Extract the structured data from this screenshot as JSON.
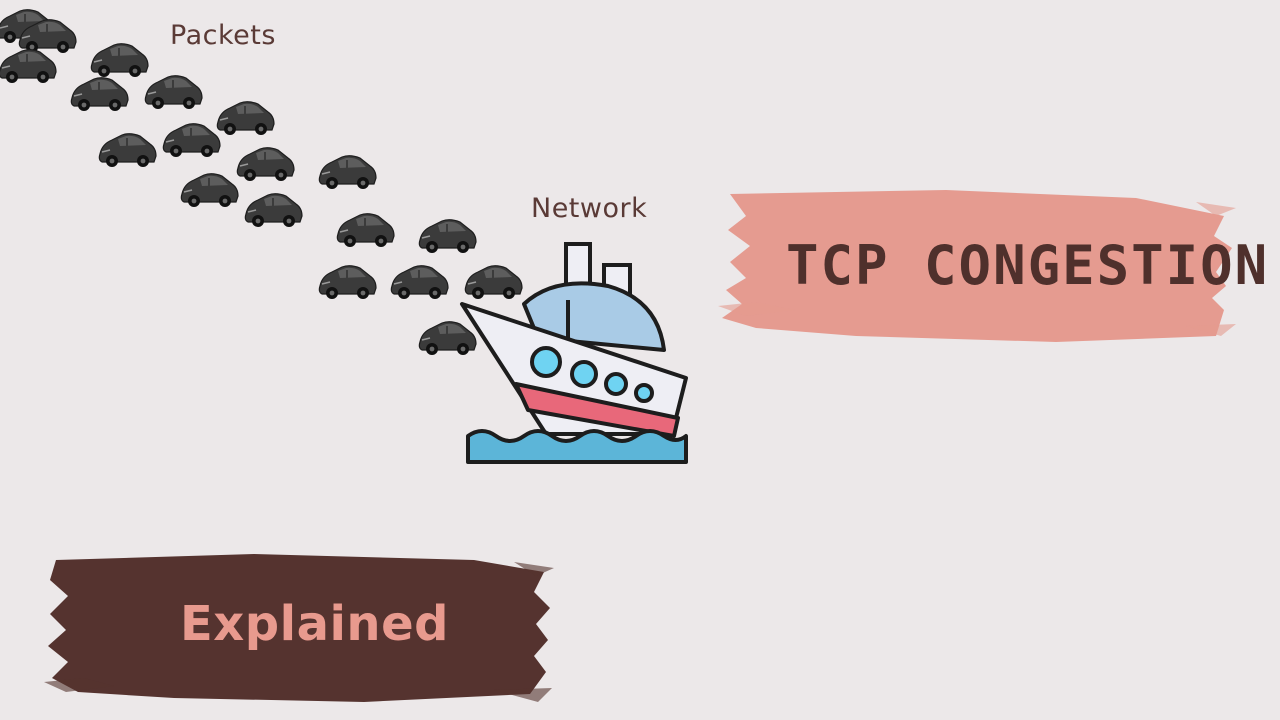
{
  "labels": {
    "packets": "Packets",
    "network": "Network"
  },
  "title": {
    "text": "TCP CONGESTION"
  },
  "subtitle": {
    "text": "Explained"
  },
  "colors": {
    "background": "#ece8e9",
    "title_brush": "#e59b90",
    "subtitle_brush": "#55332f",
    "title_text": "#4f302c",
    "subtitle_text": "#e89a8e",
    "car_body": "#3b3b3b",
    "ship_hull": "#eeeef4",
    "ship_stripe": "#e8687a",
    "ship_cabin": "#a9cbe6",
    "water": "#5cb5d8"
  },
  "icons": {
    "car": "car-icon",
    "ship": "sinking-ship-icon"
  }
}
